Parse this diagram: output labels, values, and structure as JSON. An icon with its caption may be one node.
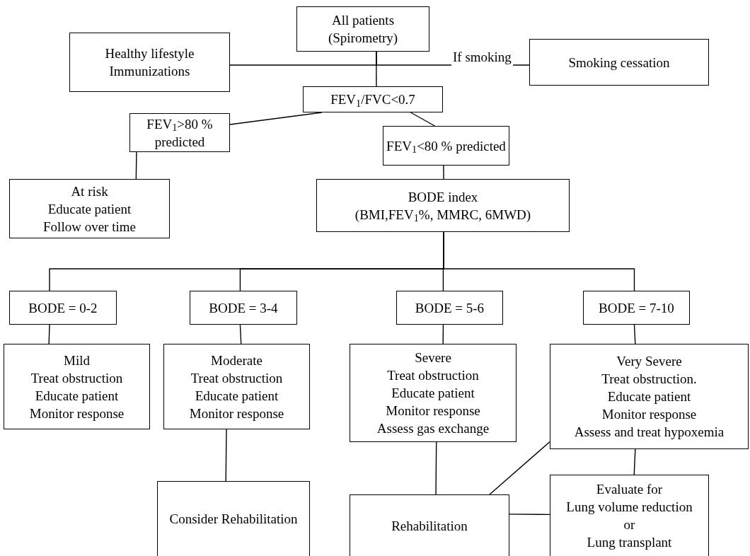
{
  "diagram": {
    "nodes": [
      {
        "text": [
          "All patients (Spirometry)"
        ]
      },
      {
        "text": [
          "Healthy lifestyle",
          "Immunizations"
        ]
      },
      {
        "text": [
          "Smoking cessation"
        ]
      },
      {
        "text": [
          "FEV$_{1}$/FVC<0.7"
        ]
      },
      {
        "text": [
          "FEV$_{1}$>80 % predicted"
        ]
      },
      {
        "text": [
          "At risk",
          "Educate patient",
          "Follow over time"
        ]
      },
      {
        "text": [
          "FEV$_{1}$<80 % predicted"
        ]
      },
      {
        "text": [
          "BODE index",
          "(BMI,FEV$_{1}$%, MMRC, 6MWD)"
        ]
      },
      {
        "text": [
          "BODE = 0-2"
        ]
      },
      {
        "text": [
          "BODE = 3-4"
        ]
      },
      {
        "text": [
          "BODE = 5-6"
        ]
      },
      {
        "text": [
          "BODE = 7-10"
        ]
      },
      {
        "text": [
          "Mild",
          "Treat obstruction",
          "Educate patient",
          "Monitor response"
        ]
      },
      {
        "text": [
          "Moderate",
          "Treat obstruction",
          "Educate patient",
          "Monitor response"
        ]
      },
      {
        "text": [
          "Severe",
          "Treat obstruction",
          "Educate patient",
          "Monitor response",
          "Assess gas exchange"
        ]
      },
      {
        "text": [
          "Very Severe",
          "Treat obstruction.",
          "Educate  patient",
          "Monitor response",
          "Assess and treat hypoxemia"
        ]
      },
      {
        "text": [
          "Consider Rehabilitation"
        ]
      },
      {
        "text": [
          "Rehabilitation"
        ]
      },
      {
        "text": [
          "Evaluate for",
          "Lung volume reduction",
          "or",
          "Lung transplant"
        ]
      }
    ],
    "edges": [
      {
        "from": 0,
        "to": 1,
        "arrow": "none"
      },
      {
        "from": 0,
        "to": 2,
        "arrow": "none",
        "label": "If smoking"
      },
      {
        "from": 0,
        "to": 3,
        "arrow": "none"
      },
      {
        "from": 3,
        "to": 4,
        "arrow": "none"
      },
      {
        "from": 3,
        "to": 6,
        "arrow": "none"
      },
      {
        "from": 4,
        "to": 5,
        "arrow": "none"
      },
      {
        "from": 6,
        "to": 7,
        "arrow": "none"
      },
      {
        "from": 7,
        "to": 8,
        "arrow": "none"
      },
      {
        "from": 7,
        "to": 9,
        "arrow": "none"
      },
      {
        "from": 7,
        "to": 10,
        "arrow": "none"
      },
      {
        "from": 7,
        "to": 11,
        "arrow": "none"
      },
      {
        "from": 8,
        "to": 12,
        "arrow": "none"
      },
      {
        "from": 9,
        "to": 13,
        "arrow": "none"
      },
      {
        "from": 10,
        "to": 14,
        "arrow": "none"
      },
      {
        "from": 11,
        "to": 15,
        "arrow": "none"
      },
      {
        "from": 13,
        "to": 16,
        "arrow": "none"
      },
      {
        "from": 14,
        "to": 17,
        "arrow": "none"
      },
      {
        "from": 15,
        "to": 17,
        "arrow": "none"
      },
      {
        "from": 15,
        "to": 18,
        "arrow": "none"
      },
      {
        "from": 17,
        "to": 18,
        "arrow": "none"
      }
    ]
  }
}
